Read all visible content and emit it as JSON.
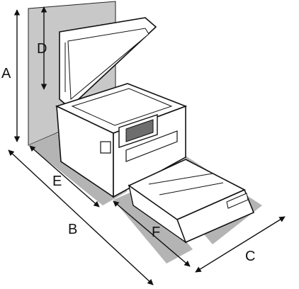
{
  "labels": {
    "A": "A",
    "B": "B",
    "C": "C",
    "D": "D",
    "E": "E",
    "F": "F"
  },
  "colors": {
    "wall": "#c8c8c8",
    "floor_shade": "#b4b4b4",
    "line": "#111111",
    "body": "#ffffff",
    "panel_dark": "#6e6e6e"
  }
}
